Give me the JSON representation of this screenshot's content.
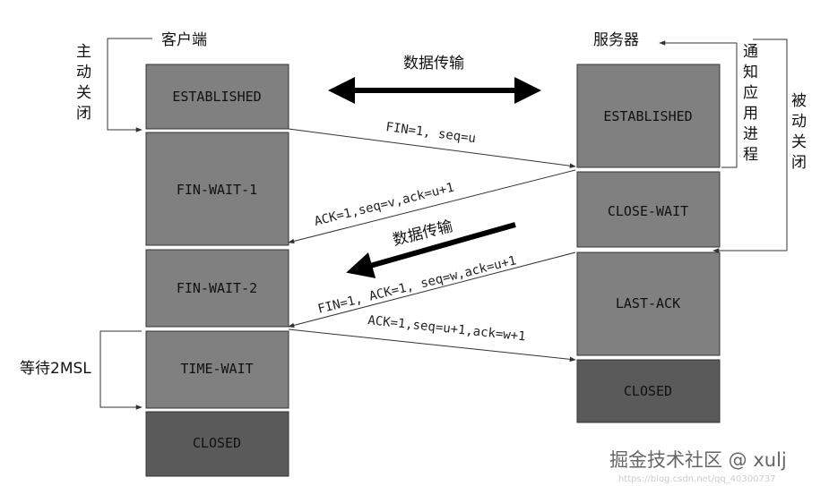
{
  "colors": {
    "state_box": "#808080",
    "closed_box": "#5a5a5a",
    "line": "#333333",
    "arrow_bold": "#000000"
  },
  "client": {
    "title": "客户端",
    "active_close": [
      "主",
      "动",
      "关",
      "闭"
    ],
    "states": [
      "ESTABLISHED",
      "FIN-WAIT-1",
      "FIN-WAIT-2",
      "TIME-WAIT",
      "CLOSED"
    ],
    "wait_label": "等待2MSL"
  },
  "server": {
    "title": "服务器",
    "notify_app": [
      "通",
      "知",
      "应",
      "用",
      "进",
      "程"
    ],
    "passive_close": [
      "被",
      "动",
      "关",
      "闭"
    ],
    "states": [
      "ESTABLISHED",
      "CLOSE-WAIT",
      "LAST-ACK",
      "CLOSED"
    ]
  },
  "data_transfer_top": "数据传输",
  "data_transfer_mid": "数据传输",
  "messages": {
    "fin1": "FIN=1, seq=u",
    "ack1": "ACK=1,seq=v,ack=u+1",
    "fin2": "FIN=1, ACK=1, seq=w,ack=u+1",
    "ack2": "ACK=1,seq=u+1,ack=w+1"
  },
  "watermark": {
    "text": "掘金技术社区 @ xulj",
    "url": "https://blog.csdn.net/qq_40300737"
  }
}
